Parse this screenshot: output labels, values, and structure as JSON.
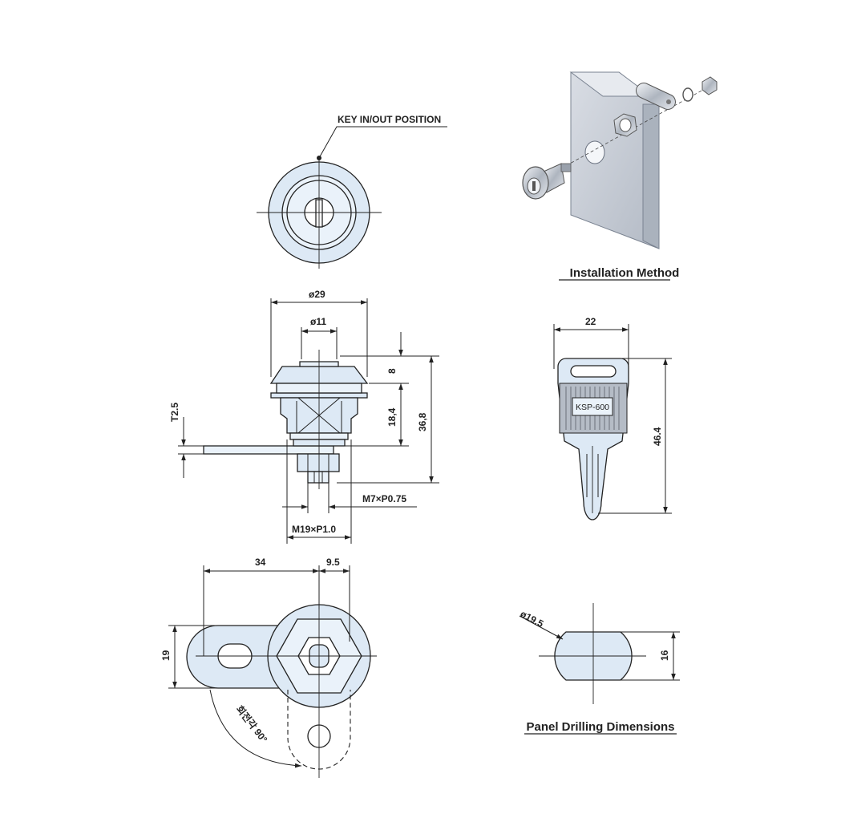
{
  "labels": {
    "key_position": "KEY IN/OUT POSITION",
    "d29": "ø29",
    "d11": "ø11",
    "dim_8": "8",
    "dim_18_4": "18,4",
    "dim_36_8": "36,8",
    "t2_5": "T2.5",
    "m7": "M7×P0.75",
    "m19": "M19×P1.0",
    "dim_34": "34",
    "dim_9_5": "9.5",
    "dim_19": "19",
    "rotation": "회전각 90°",
    "dim_22": "22",
    "dim_46_4": "46.4",
    "key_code": "KSP-600",
    "d19_5": "ø19.5",
    "dim_16": "16",
    "installation": "Installation Method",
    "panel": "Panel Drilling Dimensions"
  },
  "colors": {
    "fill": "#dde9f5",
    "fill_light": "#eaf2fa",
    "line": "#222222",
    "panel": "#c9cfd8"
  }
}
